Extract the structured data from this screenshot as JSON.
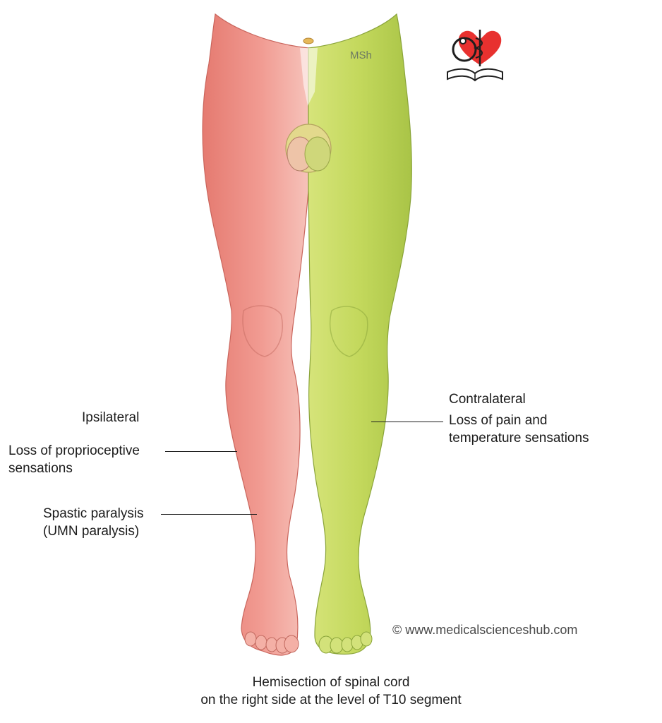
{
  "watermark_text": "MSh",
  "labels": {
    "ipsilateral": "Ipsilateral",
    "proprioceptive_line1": "Loss of proprioceptive",
    "proprioceptive_line2": "sensations",
    "spastic_line1": "Spastic paralysis",
    "spastic_line2": "(UMN paralysis)",
    "contralateral": "Contralateral",
    "pain_line1": "Loss of pain and",
    "pain_line2": "temperature sensations"
  },
  "caption": {
    "line1": "Hemisection of spinal cord",
    "line2": "on the right side at the level of T10 segment"
  },
  "copyright": "© www.medicalscienceshub.com",
  "logo": {
    "icon": "heart-caduceus-book-logo",
    "heart_color": "#e8312f",
    "ink_color": "#1e1e1e"
  },
  "colors": {
    "ipsilateral_leg": "#ef8f86",
    "contralateral_leg": "#c2d85a"
  }
}
